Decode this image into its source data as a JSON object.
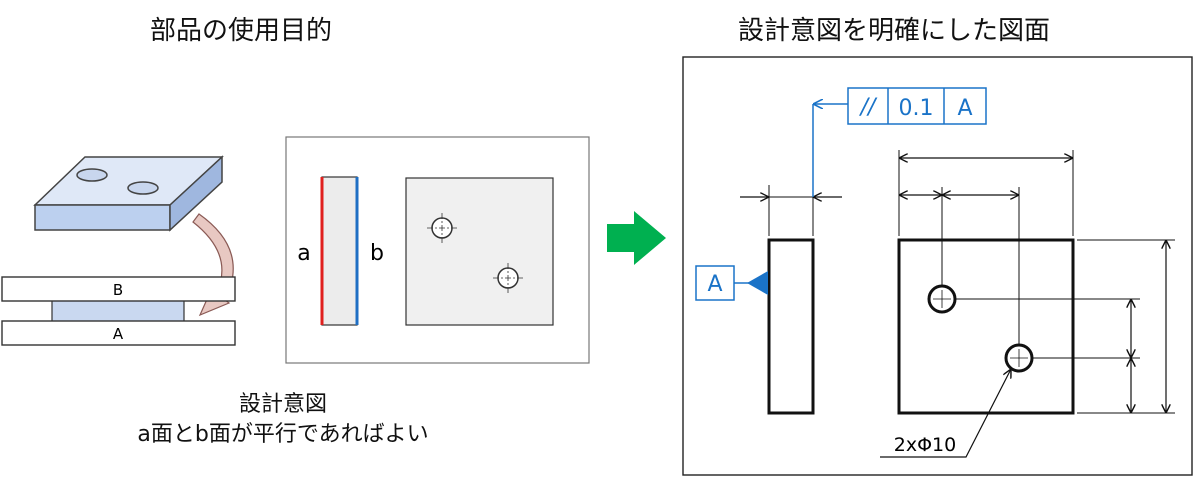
{
  "titles": {
    "left": "部品の使用目的",
    "right": "設計意図を明確にした図面"
  },
  "assembly": {
    "plate_b": "B",
    "plate_a": "A"
  },
  "faces": {
    "a": "a",
    "b": "b"
  },
  "intent": {
    "heading": "設計意図",
    "text": "a面とb面が平行であればよい"
  },
  "drawing": {
    "tolerance_symbol": "//",
    "tolerance_value": "0.1",
    "tolerance_datum": "A",
    "datum_label": "A",
    "hole_callout": "2xΦ10"
  },
  "colors": {
    "face_a": "#e0201e",
    "face_b": "#1f6fc4",
    "annotation": "#1a73c8",
    "arrow": "#00b050",
    "plate_fill": "#c9d8f0"
  }
}
